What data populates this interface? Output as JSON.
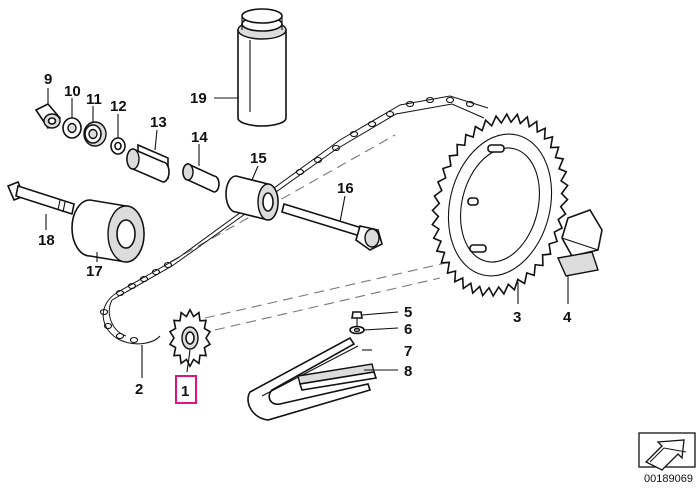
{
  "diagram": {
    "document_number": "00189069",
    "highlight_color": "#e0147d",
    "highlighted_part": "1",
    "callouts": [
      {
        "id": "1",
        "label": "1"
      },
      {
        "id": "2",
        "label": "2"
      },
      {
        "id": "3",
        "label": "3"
      },
      {
        "id": "4",
        "label": "4"
      },
      {
        "id": "5",
        "label": "5"
      },
      {
        "id": "6",
        "label": "6"
      },
      {
        "id": "7",
        "label": "7"
      },
      {
        "id": "8",
        "label": "8"
      },
      {
        "id": "9",
        "label": "9"
      },
      {
        "id": "10",
        "label": "10"
      },
      {
        "id": "11",
        "label": "11"
      },
      {
        "id": "12",
        "label": "12"
      },
      {
        "id": "13",
        "label": "13"
      },
      {
        "id": "14",
        "label": "14"
      },
      {
        "id": "15",
        "label": "15"
      },
      {
        "id": "16",
        "label": "16"
      },
      {
        "id": "17",
        "label": "17"
      },
      {
        "id": "18",
        "label": "18"
      },
      {
        "id": "19",
        "label": "19"
      }
    ],
    "icons": [
      "navigation-arrow-icon"
    ]
  }
}
